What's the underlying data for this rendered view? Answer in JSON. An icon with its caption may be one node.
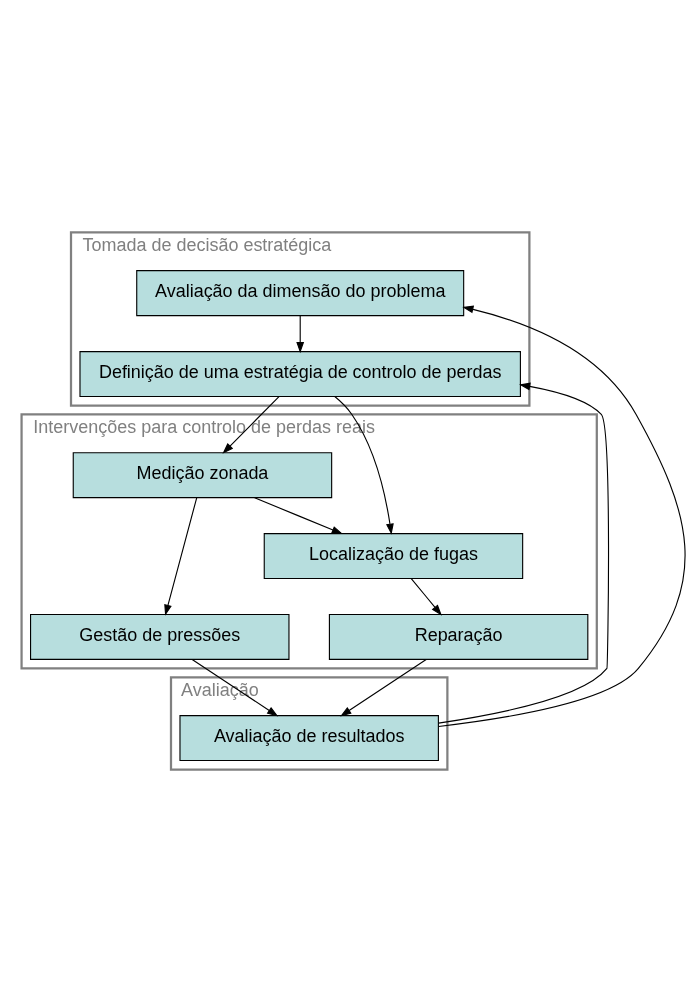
{
  "diagram": {
    "nodes": [
      {
        "text": [
          "Tomada de decisão estratégica"
        ]
      },
      {
        "text": [
          "Avaliação da dimensão do problema"
        ],
        "in": 0
      },
      {
        "text": [
          "Definição de uma estratégia de controlo de perdas"
        ],
        "in": 0
      },
      {
        "text": [
          "Intervenções para controlo de perdas reais"
        ]
      },
      {
        "text": [
          "Medição zonada"
        ],
        "in": 3
      },
      {
        "text": [
          "Gestão de pressões"
        ],
        "in": 3
      },
      {
        "text": [
          "Localização de fugas"
        ],
        "in": 3
      },
      {
        "text": [
          "Reparação"
        ],
        "in": 3
      },
      {
        "text": [
          "Avaliação"
        ]
      },
      {
        "text": [
          "Avaliação de resultados"
        ],
        "in": 8
      }
    ],
    "edges": [
      {
        "from": 1,
        "to": 2,
        "arrow": "to"
      },
      {
        "from": 2,
        "to": 4,
        "arrow": "to"
      },
      {
        "from": 4,
        "to": 5,
        "arrow": "to"
      },
      {
        "from": 4,
        "to": 6,
        "arrow": "to"
      },
      {
        "from": 2,
        "to": 6,
        "arrow": "to"
      },
      {
        "from": 6,
        "to": 7,
        "arrow": "to"
      },
      {
        "from": 5,
        "to": 9,
        "arrow": "to"
      },
      {
        "from": 7,
        "to": 9,
        "arrow": "to"
      },
      {
        "from": 9,
        "to": 1,
        "arrow": "to"
      },
      {
        "from": 9,
        "to": 2,
        "arrow": "to"
      }
    ]
  }
}
